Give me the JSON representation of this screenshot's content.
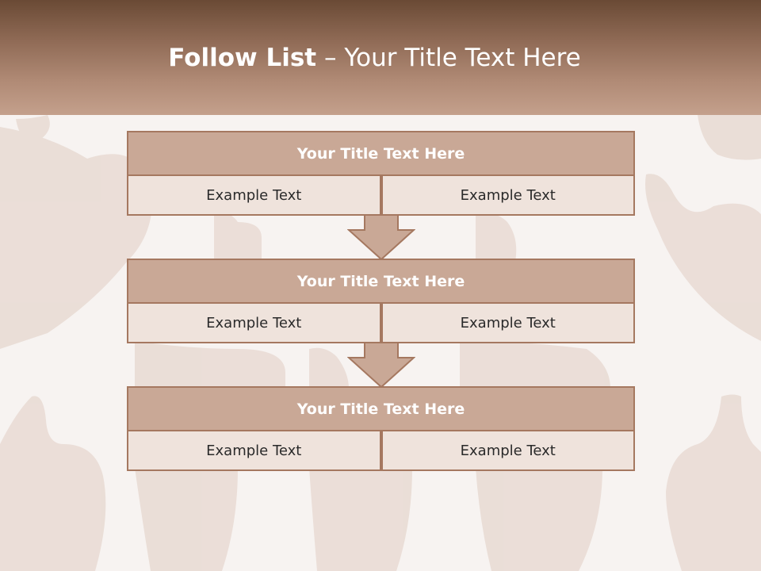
{
  "header": {
    "title_bold": "Follow List",
    "title_rest": " – Your Title Text Here"
  },
  "blocks": [
    {
      "title": "Your Title Text Here",
      "cells": [
        "Example Text",
        "Example Text"
      ]
    },
    {
      "title": "Your Title Text Here",
      "cells": [
        "Example Text",
        "Example Text"
      ]
    },
    {
      "title": "Your Title Text Here",
      "cells": [
        "Example Text",
        "Example Text"
      ]
    }
  ],
  "colors": {
    "header_dark": "#6a4a35",
    "block_fill": "#c9a896",
    "cell_fill": "#efe3dc",
    "border": "#a57860",
    "arrow_fill": "#c9a896"
  },
  "icons": [
    "thumbs-up-hands-background",
    "down-arrow-icon"
  ]
}
